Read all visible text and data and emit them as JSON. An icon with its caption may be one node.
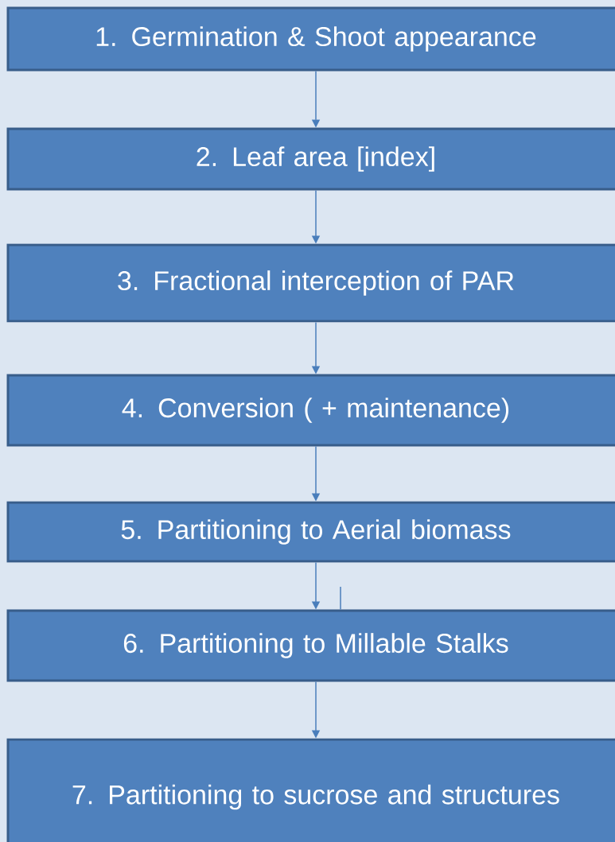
{
  "diagram": {
    "nodes": [
      {
        "text": [
          "1.   Germination & Shoot appearance"
        ]
      },
      {
        "text": [
          "2. Leaf area [index]"
        ]
      },
      {
        "text": [
          "3. Fractional interception of PAR"
        ]
      },
      {
        "text": [
          "4. Conversion ( + maintenance)"
        ]
      },
      {
        "text": [
          "5. Partitioning to Aerial biomass"
        ]
      },
      {
        "text": [
          "6. Partitioning to Millable  Stalks"
        ]
      },
      {
        "text": [
          "7. Partitioning to sucrose and structures"
        ]
      }
    ],
    "edges": [
      {
        "from": 0,
        "to": 1,
        "arrow": "to"
      },
      {
        "from": 1,
        "to": 2,
        "arrow": "to"
      },
      {
        "from": 2,
        "to": 3,
        "arrow": "to"
      },
      {
        "from": 3,
        "to": 4,
        "arrow": "to"
      },
      {
        "from": 4,
        "to": 5,
        "arrow": "to"
      },
      {
        "from": null,
        "to": 5,
        "arrow": "none"
      },
      {
        "from": 5,
        "to": 6,
        "arrow": "to"
      }
    ]
  }
}
